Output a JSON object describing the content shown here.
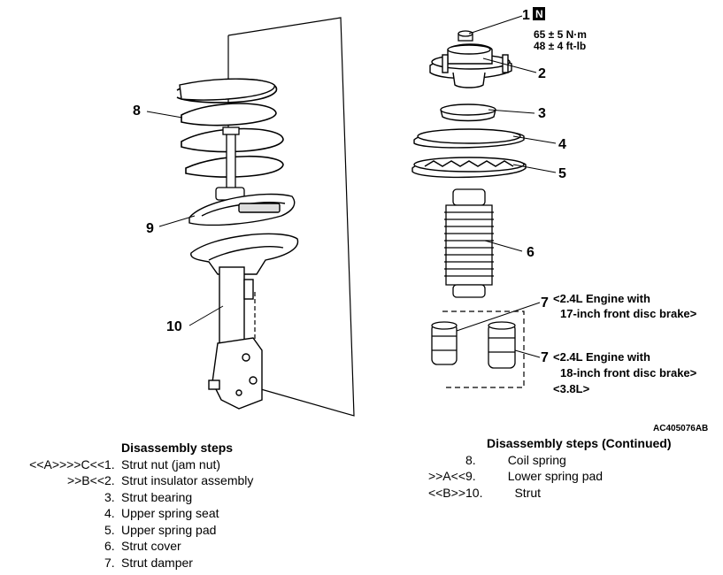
{
  "callouts": {
    "c1": "1",
    "c2": "2",
    "c3": "3",
    "c4": "4",
    "c5": "5",
    "c6": "6",
    "c7a": "7",
    "c7b": "7",
    "c8": "8",
    "c9": "9",
    "c10": "10",
    "n_symbol": "N"
  },
  "torque": {
    "metric": "65 ± 5 N·m",
    "imperial": "48 ± 4 ft-lb"
  },
  "notes": {
    "engine17_line1": "<2.4L Engine with",
    "engine17_line2": "17-inch front disc brake>",
    "engine18_line1": "<2.4L Engine with",
    "engine18_line2": "18-inch front disc brake>",
    "engine38": "<3.8L>"
  },
  "figure_code": "AC405076AB",
  "steps_left": {
    "heading": "Disassembly steps",
    "items": [
      {
        "pre": "<<A>>>>C<<",
        "num": "1.",
        "text": "Strut nut (jam nut)"
      },
      {
        "pre": ">>B<<",
        "num": "2.",
        "text": "Strut insulator assembly"
      },
      {
        "pre": "",
        "num": "3.",
        "text": "Strut bearing"
      },
      {
        "pre": "",
        "num": "4.",
        "text": "Upper spring seat"
      },
      {
        "pre": "",
        "num": "5.",
        "text": "Upper spring pad"
      },
      {
        "pre": "",
        "num": "6.",
        "text": "Strut cover"
      },
      {
        "pre": "",
        "num": "7.",
        "text": "Strut damper"
      }
    ]
  },
  "steps_right": {
    "heading": "Disassembly steps (Continued)",
    "items": [
      {
        "pre": "",
        "num": "8.",
        "text": "Coil spring"
      },
      {
        "pre": ">>A<<",
        "num": "9.",
        "text": "Lower spring pad"
      },
      {
        "pre": "<<B>>",
        "num": "10.",
        "text": "Strut"
      }
    ]
  }
}
